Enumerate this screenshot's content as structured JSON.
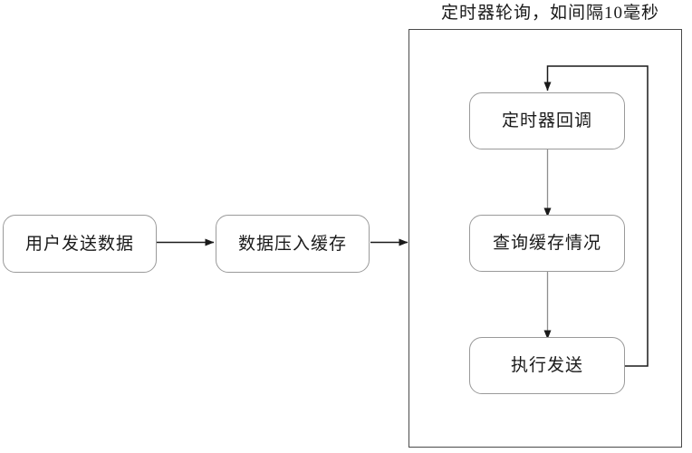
{
  "diagram": {
    "title": "定时器轮询，如间隔10毫秒",
    "type": "flowchart",
    "background_color": "#ffffff",
    "node_border_color": "#9a9a9a",
    "group_border_color": "#4a4a4a",
    "connector_color": "#333333",
    "text_color": "#1a1a1a",
    "nodes": [
      {
        "id": "user-send",
        "label": "用户发送数据",
        "shape": "rounded-rectangle"
      },
      {
        "id": "push-cache",
        "label": "数据压入缓存",
        "shape": "rounded-rectangle"
      },
      {
        "id": "timer-cb",
        "label": "定时器回调",
        "shape": "rounded-rectangle"
      },
      {
        "id": "query-cache",
        "label": "查询缓存情况",
        "shape": "rounded-rectangle"
      },
      {
        "id": "exec-send",
        "label": "执行发送",
        "shape": "rounded-rectangle"
      }
    ],
    "group": {
      "id": "timer-group",
      "caption": "定时器轮询，如间隔10毫秒",
      "contains": [
        "timer-cb",
        "query-cache",
        "exec-send"
      ]
    },
    "edges": [
      {
        "from": "user-send",
        "to": "push-cache",
        "style": "arrow",
        "direction": "right"
      },
      {
        "from": "push-cache",
        "to": "timer-group",
        "style": "arrow",
        "direction": "right"
      },
      {
        "from": "timer-cb",
        "to": "query-cache",
        "style": "arrow",
        "direction": "down"
      },
      {
        "from": "query-cache",
        "to": "exec-send",
        "style": "arrow",
        "direction": "down"
      },
      {
        "from": "exec-send",
        "to": "timer-cb",
        "style": "arrow",
        "direction": "loop-back"
      }
    ]
  }
}
